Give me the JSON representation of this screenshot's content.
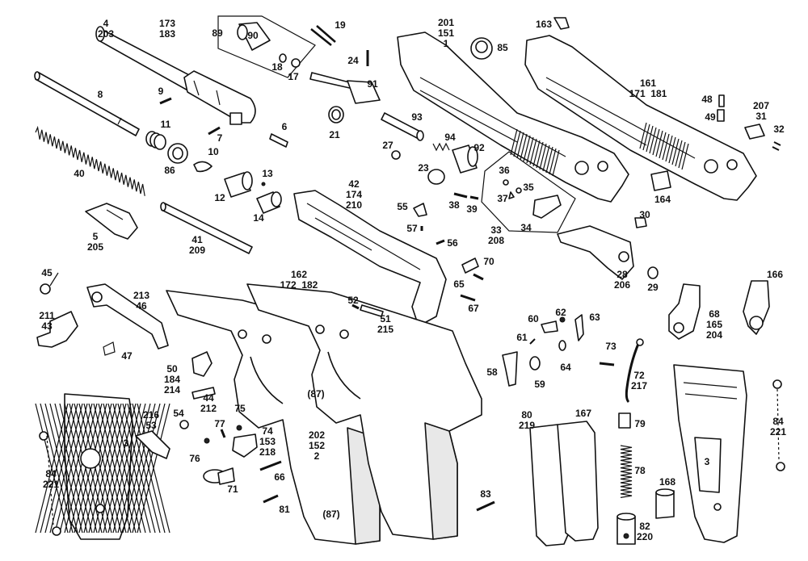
{
  "labels": {
    "c4_203": [
      "4",
      "203"
    ],
    "c173_183": [
      "173",
      "183"
    ],
    "c89": "89",
    "c90": "90",
    "c18": "18",
    "c17": "17",
    "c19": "19",
    "c24": "24",
    "c91": "91",
    "c21": "21",
    "c8": "8",
    "c9": "9",
    "c11": "11",
    "c7": "7",
    "c6": "6",
    "c10": "10",
    "c86": "86",
    "c40": "40",
    "c12": "12",
    "c13": "13",
    "c14": "14",
    "c5_205": [
      "5",
      "205"
    ],
    "c41_209": [
      "41",
      "209"
    ],
    "c201_151_1": [
      "201",
      "151",
      "1"
    ],
    "c85": "85",
    "c163": "163",
    "c161_171_181": [
      "161",
      "171",
      "181"
    ],
    "c48": "48",
    "c49": "49",
    "c207_31": [
      "207",
      "31"
    ],
    "c32": "32",
    "c93": "93",
    "c27": "27",
    "c94": "94",
    "c92": "92",
    "c23": "23",
    "c42_174_210": [
      "42",
      "174",
      "210"
    ],
    "c36": "36",
    "c35": "35",
    "c37": "37",
    "c38": "38",
    "c39": "39",
    "c34": "34",
    "c33_208": [
      "33",
      "208"
    ],
    "c55": "55",
    "c57": "57",
    "c56": "56",
    "c164": "164",
    "c30": "30",
    "c28_206": [
      "28",
      "206"
    ],
    "c29": "29",
    "c70": "70",
    "c65": "65",
    "c67": "67",
    "c45": "45",
    "c213_46": [
      "213",
      "46"
    ],
    "c211_43": [
      "211",
      "43"
    ],
    "c47": "47",
    "c162_172_182": [
      "162",
      "172",
      "182"
    ],
    "c52": "52",
    "c51_215": [
      "51",
      "215"
    ],
    "c166": "166",
    "c68_165_204": [
      "68",
      "165",
      "204"
    ],
    "c60": "60",
    "c62": "62",
    "c63": "63",
    "c61": "61",
    "c64": "64",
    "c73": "73",
    "c58": "58",
    "c59": "59",
    "c72_217": [
      "72",
      "217"
    ],
    "c50_184_214": [
      "50",
      "184",
      "214"
    ],
    "c44_212": [
      "44",
      "212"
    ],
    "c87a": "(87)",
    "c87b": "(87)",
    "c216_53": [
      "216",
      "53"
    ],
    "c54": "54",
    "c77": "77",
    "c75": "75",
    "c74_153_218": [
      "74",
      "153",
      "218"
    ],
    "c202_152_2": [
      "202",
      "152",
      "2"
    ],
    "c3a": "3",
    "c3b": "3",
    "c76": "76",
    "c71": "71",
    "c66": "66",
    "c81": "81",
    "c84_221a": [
      "84",
      "221"
    ],
    "c84_221b": [
      "84",
      "221"
    ],
    "c80_219": [
      "80",
      "219"
    ],
    "c167": "167",
    "c79": "79",
    "c78": "78",
    "c168": "168",
    "c82_220": [
      "82",
      "220"
    ],
    "c83": "83"
  }
}
